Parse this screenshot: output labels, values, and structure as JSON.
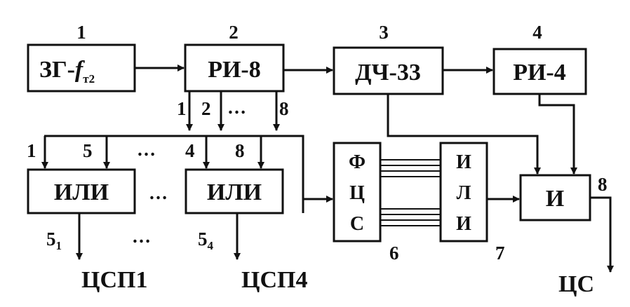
{
  "blocks": {
    "b1": {
      "number": "1",
      "label": "ЗГ-",
      "f_symbol": "f",
      "f_subscript": "т2"
    },
    "b2": {
      "number": "2",
      "label": "РИ-8"
    },
    "b3": {
      "number": "3",
      "label": "ДЧ-33"
    },
    "b4": {
      "number": "4",
      "label": "РИ-4"
    },
    "or_left": {
      "label": "ИЛИ"
    },
    "or_right": {
      "label": "ИЛИ"
    },
    "fcs": {
      "number": "6",
      "letters": [
        "Ф",
        "Ц",
        "С"
      ]
    },
    "or7": {
      "number": "7",
      "letters": [
        "И",
        "Л",
        "И"
      ]
    },
    "and8": {
      "number": "8",
      "label": "И"
    }
  },
  "bus_labels": {
    "top_first": "1",
    "top_second": "2",
    "top_dots": "…",
    "top_last": "8",
    "left_1": "1",
    "left_5": "5",
    "mid_dots": "…",
    "left_4": "4",
    "left_8": "8"
  },
  "between_dots": "…",
  "out_dots": "…",
  "outputs": {
    "csp1": {
      "label": "ЦСП1",
      "index": "5",
      "index_sub": "1"
    },
    "csp4": {
      "label": "ЦСП4",
      "index": "5",
      "index_sub": "4"
    },
    "cs": {
      "label": "ЦС"
    }
  }
}
